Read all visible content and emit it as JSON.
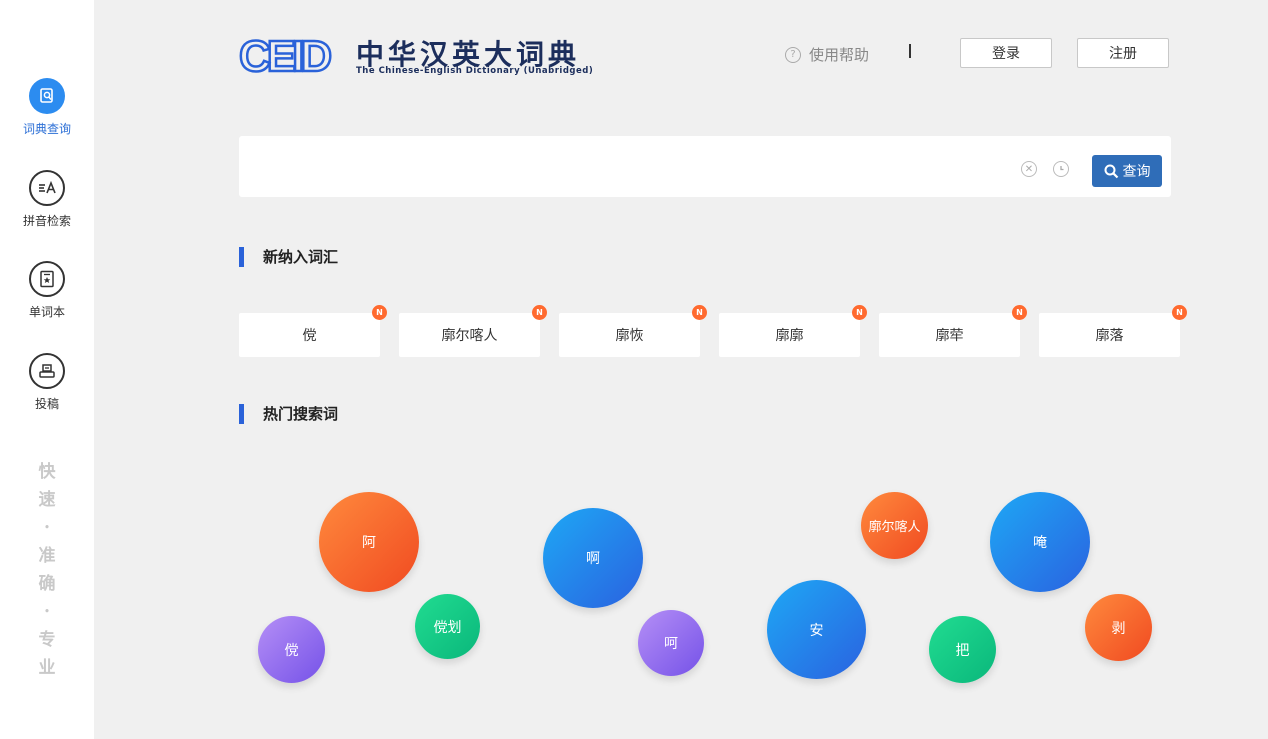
{
  "sidebar": {
    "items": [
      {
        "label": "词典查询",
        "icon": "dictionary-search-icon",
        "active": true
      },
      {
        "label": "拼音检索",
        "icon": "pinyin-icon",
        "active": false
      },
      {
        "label": "单词本",
        "icon": "wordbook-icon",
        "active": false
      },
      {
        "label": "投稿",
        "icon": "submit-icon",
        "active": false
      }
    ],
    "slogan": [
      "快",
      "速",
      "•",
      "准",
      "确",
      "•",
      "专",
      "业"
    ]
  },
  "header": {
    "logo_mark": "CEID",
    "title": "中华汉英大词典",
    "subtitle": "The Chinese-English Dictionary (Unabridged)",
    "help_label": "使用帮助",
    "help_symbol": "?",
    "login_label": "登录",
    "register_label": "注册"
  },
  "search": {
    "value": "",
    "placeholder": "",
    "button_label": "查询"
  },
  "new_words": {
    "title": "新纳入词汇",
    "badge": "N",
    "items": [
      "傥",
      "廓尔喀人",
      "廓恢",
      "廓廓",
      "廓荦",
      "廓落"
    ]
  },
  "hot_searches": {
    "title": "热门搜索词",
    "bubbles": [
      {
        "label": "阿",
        "color": "orange"
      },
      {
        "label": "傥划",
        "color": "green"
      },
      {
        "label": "傥",
        "color": "purple"
      },
      {
        "label": "啊",
        "color": "blue"
      },
      {
        "label": "呵",
        "color": "purple"
      },
      {
        "label": "廓尔喀人",
        "color": "orange"
      },
      {
        "label": "安",
        "color": "blue"
      },
      {
        "label": "把",
        "color": "green"
      },
      {
        "label": "唵",
        "color": "blue"
      },
      {
        "label": "剥",
        "color": "orange"
      }
    ]
  },
  "colors": {
    "accent": "#2a62d9",
    "search_button": "#2f6db8",
    "badge": "#ff6a2f"
  }
}
